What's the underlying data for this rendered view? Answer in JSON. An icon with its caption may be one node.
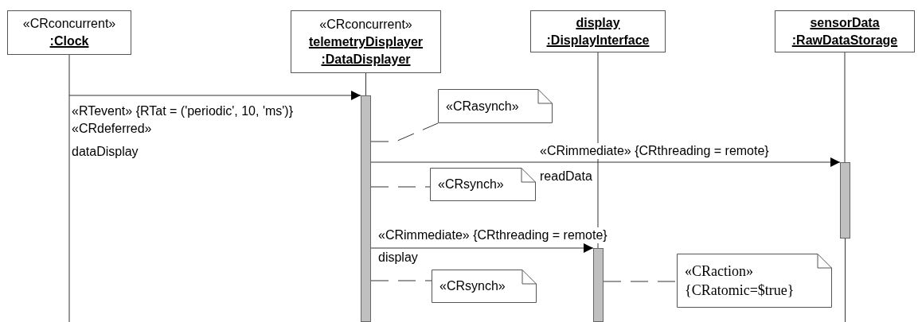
{
  "diagram": {
    "nodes": [
      {
        "text": [
          "«CRconcurrent»",
          ":Clock"
        ]
      },
      {
        "text": [
          "«CRconcurrent»",
          "telemetryDisplayer :DataDisplayer"
        ]
      },
      {
        "text": [
          "display :DisplayInterface"
        ]
      },
      {
        "text": [
          "sensorData :RawDataStorage"
        ]
      },
      {
        "text": [],
        "shape": "bar"
      },
      {
        "text": [],
        "shape": "bar"
      },
      {
        "text": [],
        "shape": "bar"
      },
      {
        "text": [
          "«CRasynch»"
        ]
      },
      {
        "text": [
          "«CRsynch»"
        ]
      },
      {
        "text": [
          "«CRsynch»"
        ]
      },
      {
        "text": [
          "«CRaction»",
          "{CRatomic=$true}"
        ]
      }
    ],
    "edges": [
      {
        "from": 0,
        "to": null,
        "arrow": "none"
      },
      {
        "from": 1,
        "to": 4,
        "arrow": "none"
      },
      {
        "from": 0,
        "to": 4,
        "arrow": "to",
        "label": "«RTevent» {RTat = ('periodic', 10, 'ms')}"
      },
      {
        "from": 4,
        "to": 7,
        "arrow": "none",
        "style": "dashed"
      },
      {
        "from": 3,
        "to": 6,
        "arrow": "none"
      },
      {
        "from": 6,
        "to": null,
        "arrow": "none"
      },
      {
        "from": 4,
        "to": 6,
        "arrow": "to",
        "label": "readData"
      },
      {
        "from": 4,
        "to": 8,
        "arrow": "none",
        "style": "dashed"
      },
      {
        "from": 2,
        "to": 5,
        "arrow": "none"
      },
      {
        "from": 4,
        "to": 5,
        "arrow": "to",
        "label": "display"
      },
      {
        "from": 4,
        "to": 9,
        "arrow": "none",
        "style": "dashed"
      },
      {
        "from": 5,
        "to": 10,
        "arrow": "none",
        "style": "dashed"
      }
    ],
    "labels": [
      "«CRdeferred»",
      "dataDisplay",
      "«CRimmediate» {CRthreading = remote}",
      "«CRimmediate» {CRthreading = remote}"
    ]
  }
}
